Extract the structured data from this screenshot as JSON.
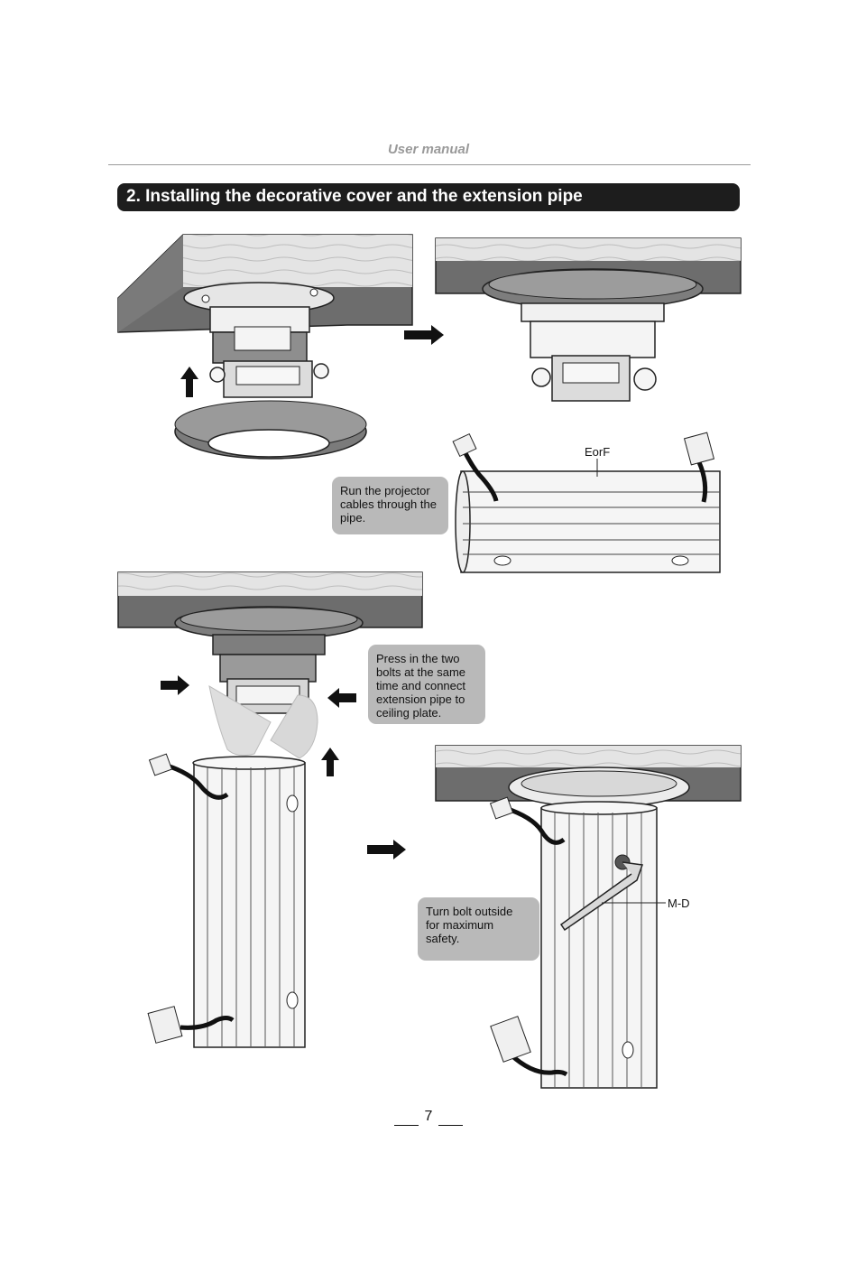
{
  "header": {
    "manual_title": "User manual"
  },
  "section": {
    "title": "2. Installing the decorative cover and the extension pipe"
  },
  "callouts": {
    "run_cables": "Run the projector\ncables through the\npipe.",
    "press_bolts": "Press in the two\nbolts at the same\ntime and connect\nextension pipe to\nceiling plate.",
    "turn_bolt": "Turn bolt outside\nfor maximum\nsafety."
  },
  "labels": {
    "pipe_part": "EorF",
    "wrench_part": "M-D"
  },
  "footer": {
    "page_number": "7"
  },
  "icons": [
    "arrow-up-icon",
    "arrow-right-icon",
    "arrow-left-icon"
  ]
}
